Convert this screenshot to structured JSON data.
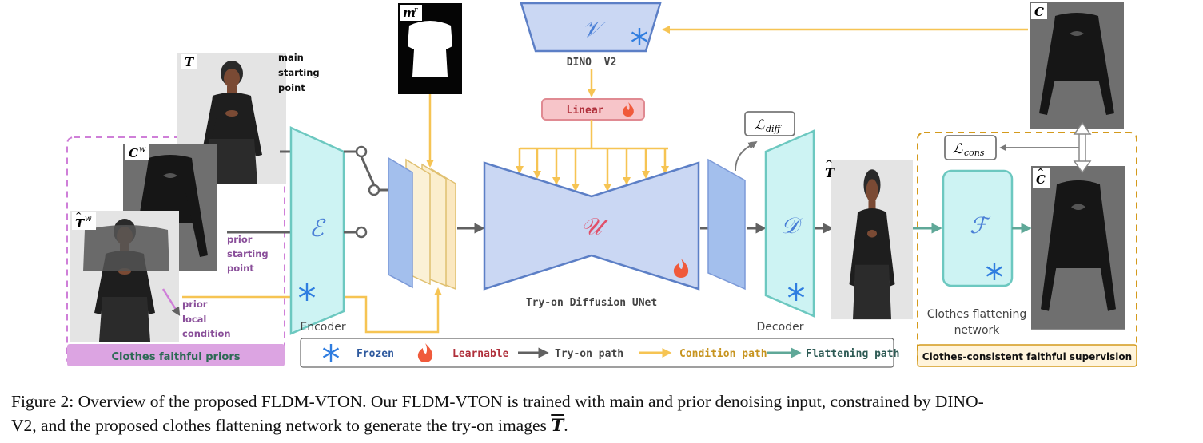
{
  "labels": {
    "T": "T",
    "main_starting_point": [
      "main",
      "starting",
      "point"
    ],
    "Cw": "C",
    "Cw_sup": "w",
    "That_w": "T",
    "That_w_sup": "w",
    "prior_starting_point": [
      "prior",
      "starting",
      "point"
    ],
    "prior_local_condition": [
      "prior",
      "local",
      "condition"
    ],
    "encoder_symbol": "ℰ",
    "encoder": "Encoder",
    "mask": "m",
    "mask_sup": "r",
    "dino_symbol": "𝒱",
    "dino": "DINO  V2",
    "linear": "Linear",
    "unet_symbol": "𝒰",
    "unet": "Try-on Diffusion UNet",
    "l_diff": "ℒ",
    "l_diff_sub": "diff",
    "decoder_symbol": "𝒟",
    "decoder": "Decoder",
    "T_hat": "T",
    "C": "C",
    "C_hat": "C",
    "l_cons": "ℒ",
    "l_cons_sub": "cons",
    "flat_symbol": "ℱ",
    "flattening_network": [
      "Clothes flattening",
      "network"
    ],
    "clothes_faithful_priors": "Clothes faithful priors",
    "clothes_consistent": "Clothes-consistent faithful supervision"
  },
  "legend": {
    "frozen": "Frozen",
    "learnable": "Learnable",
    "tryon_path": "Try-on path",
    "condition_path": "Condition path",
    "flattening_path": "Flattening path"
  },
  "caption": {
    "line1": "Figure 2: Overview of the proposed FLDM-VTON. Our FLDM-VTON is trained with main and prior denoising input, constrained by DINO-",
    "line2": "V2, and the proposed clothes flattening network to generate the try-on images",
    "line2_sym": "T",
    "line2_end": "."
  },
  "colors": {
    "tryon": "#616161",
    "condition": "#f6c453",
    "flattening": "#5fa898",
    "priors_border": "#cf7fd8",
    "supervision_border": "#d49a1c",
    "encoder_fill": "#cdf3f3",
    "unet_fill": "#cad7f3",
    "linear_fill": "#f7c5c9"
  }
}
